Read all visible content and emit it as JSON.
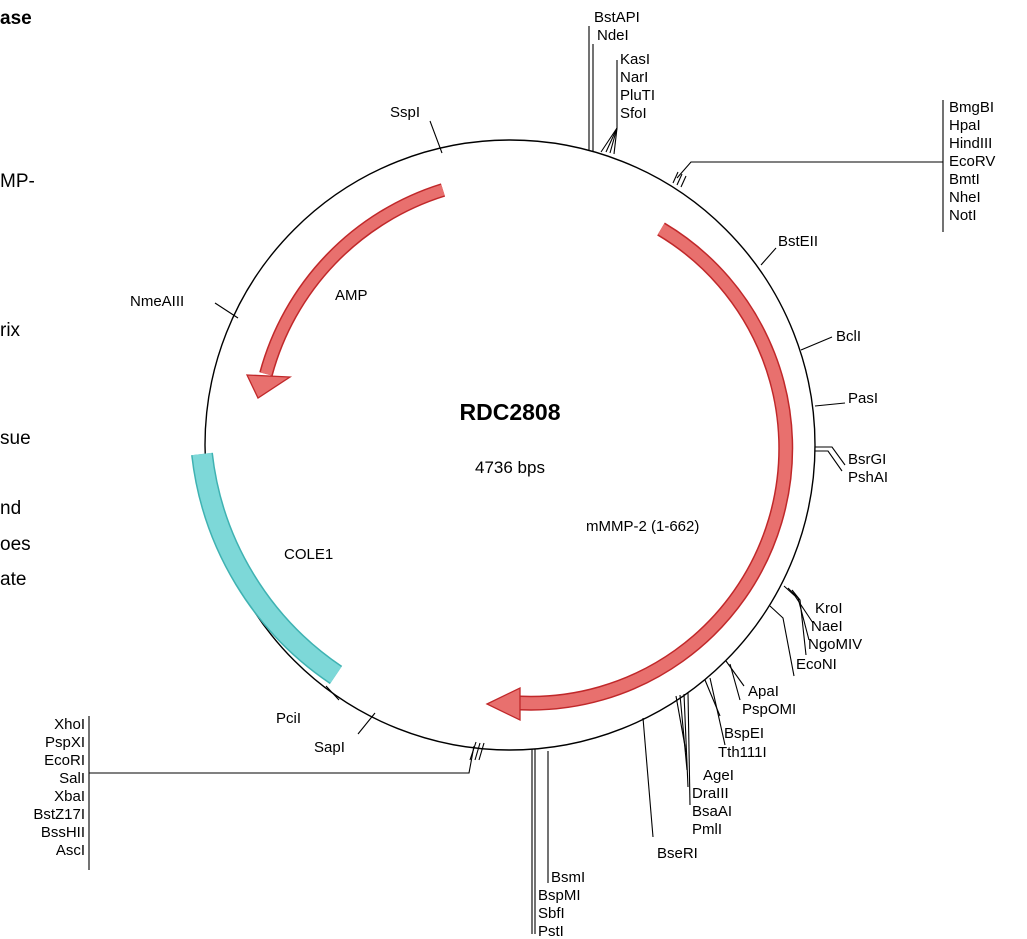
{
  "left_text_fragments": [
    "ase",
    "MP-",
    "rix",
    "sue",
    "nd",
    "oes",
    "ate"
  ],
  "plasmid": {
    "name": "RDC2808",
    "size_label": "4736 bps",
    "total_bp": 4736
  },
  "features": [
    {
      "label": "AMP",
      "type": "arrow",
      "color": "#e8706e",
      "stroke": "#c0282a"
    },
    {
      "label": "mMMP-2 (1-662)",
      "type": "arrow",
      "color": "#e8706e",
      "stroke": "#c0282a"
    },
    {
      "label": "COLE1",
      "type": "block",
      "color": "#7dd8d8",
      "stroke": "#3fb2b2"
    }
  ],
  "restriction_sites": {
    "top_group_a": [
      "BstAPI",
      "NdeI"
    ],
    "top_group_b": [
      "KasI",
      "NarI",
      "PluTI",
      "SfoI"
    ],
    "top_left": [
      "SspI"
    ],
    "right_top_group": [
      "BmgBI",
      "HpaI",
      "HindIII",
      "EcoRV",
      "BmtI",
      "NheI",
      "NotI"
    ],
    "right_singles": [
      "BstEII",
      "BclI",
      "PasI"
    ],
    "right_pair": [
      "BsrGI",
      "PshAI"
    ],
    "right_group_2": [
      "KroI",
      "NaeI",
      "NgoMIV",
      "EcoNI"
    ],
    "lower_right_group": [
      "ApaI",
      "PspOMI",
      "BspEI",
      "Tth111I",
      "AgeI",
      "DraIII",
      "BsaAI",
      "PmlI",
      "BseRI"
    ],
    "bottom_group": [
      "BsmI",
      "BspMI",
      "SbfI",
      "PstI"
    ],
    "bottom_left_singles": [
      "PciI",
      "SapI"
    ],
    "left_group": [
      "XhoI",
      "PspXI",
      "EcoRI",
      "SalI",
      "XbaI",
      "BstZ17I",
      "BssHII",
      "AscI"
    ],
    "left_single": [
      "NmeAIII"
    ]
  }
}
